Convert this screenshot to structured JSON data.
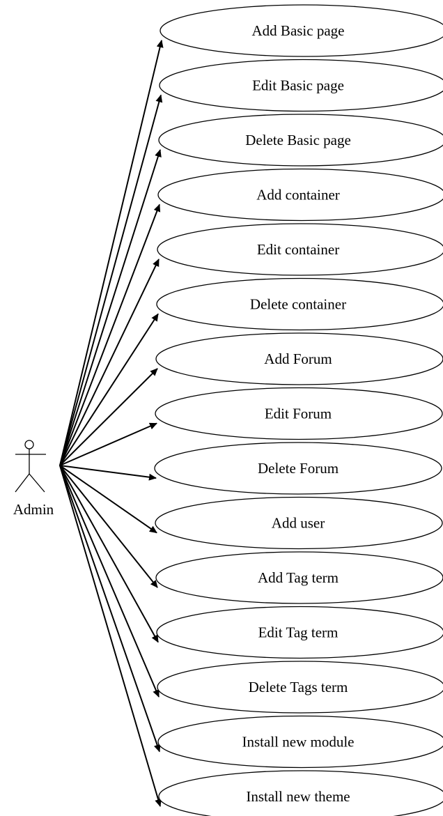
{
  "actor": {
    "name": "Admin"
  },
  "use_cases": [
    "Add Basic page",
    "Edit Basic page",
    "Delete Basic page",
    "Add container",
    "Edit container",
    "Delete container",
    "Add Forum",
    "Edit Forum",
    "Delete Forum",
    "Add user",
    "Add Tag term",
    "Edit Tag term",
    "Delete Tags term",
    "Install new module",
    "Install new theme"
  ],
  "colors": {
    "stroke": "#000000",
    "background": "#ffffff"
  }
}
